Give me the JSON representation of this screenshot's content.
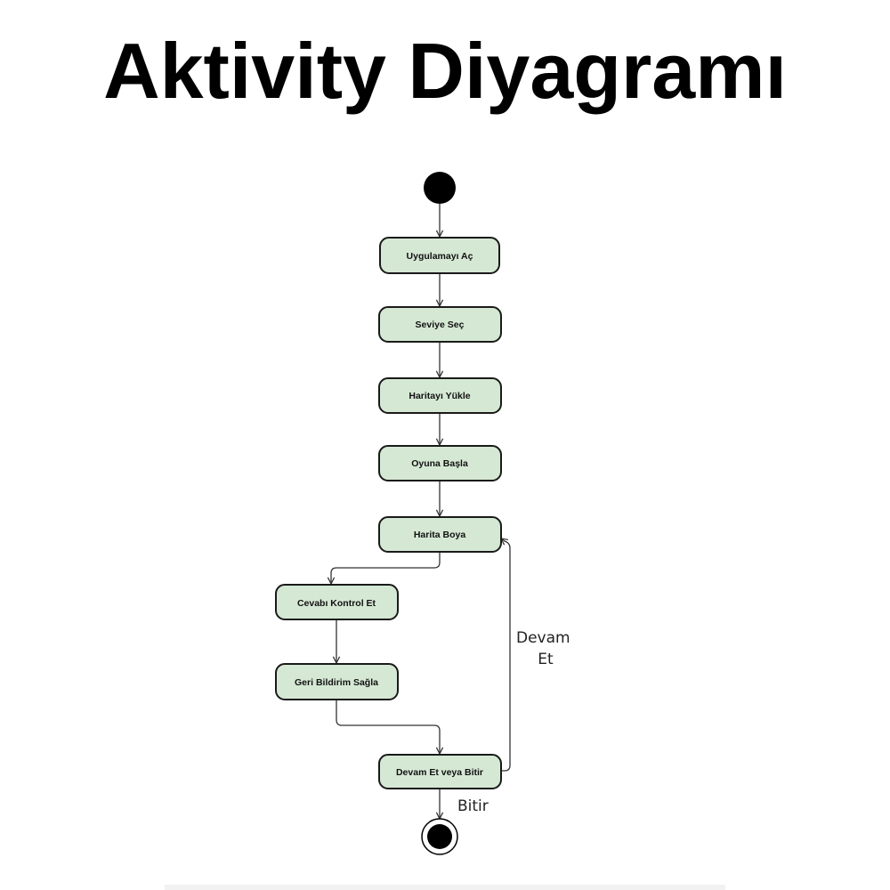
{
  "title": "Aktivity Diyagramı",
  "colors": {
    "node_fill": "#d5e8d4",
    "node_stroke": "#1a1a1a",
    "edge": "#333333",
    "initial_fill": "#000000"
  },
  "diagram": {
    "nodes": [
      {
        "id": "open_app",
        "label": "Uygulamayı Aç"
      },
      {
        "id": "select_level",
        "label": "Seviye Seç"
      },
      {
        "id": "load_map",
        "label": "Haritayı Yükle"
      },
      {
        "id": "start_game",
        "label": "Oyuna Başla"
      },
      {
        "id": "paint_map",
        "label": "Harita Boya"
      },
      {
        "id": "check_answer",
        "label": "Cevabı Kontrol Et"
      },
      {
        "id": "give_feedback",
        "label": "Geri Bildirim Sağla"
      },
      {
        "id": "continue_or_end",
        "label": "Devam Et veya Bitir"
      }
    ],
    "edges": [
      {
        "from": "start",
        "to": "open_app",
        "label": ""
      },
      {
        "from": "open_app",
        "to": "select_level",
        "label": ""
      },
      {
        "from": "select_level",
        "to": "load_map",
        "label": ""
      },
      {
        "from": "load_map",
        "to": "start_game",
        "label": ""
      },
      {
        "from": "start_game",
        "to": "paint_map",
        "label": ""
      },
      {
        "from": "paint_map",
        "to": "check_answer",
        "label": ""
      },
      {
        "from": "check_answer",
        "to": "give_feedback",
        "label": ""
      },
      {
        "from": "give_feedback",
        "to": "continue_or_end",
        "label": ""
      },
      {
        "from": "continue_or_end",
        "to": "paint_map",
        "label_lines": [
          "Devam",
          "Et"
        ]
      },
      {
        "from": "continue_or_end",
        "to": "end",
        "label": "Bitir"
      }
    ]
  }
}
